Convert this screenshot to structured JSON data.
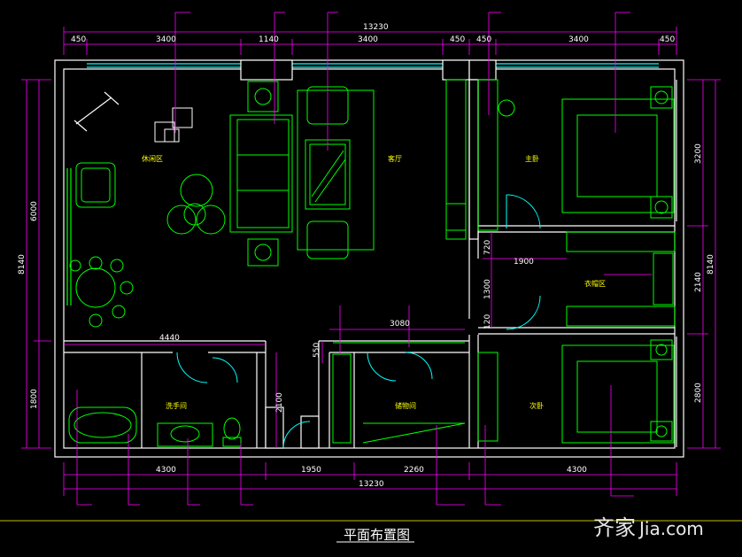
{
  "drawing": {
    "title": "平面布置图",
    "watermark_cn": "齐家",
    "watermark_en": "Jia.com"
  },
  "rooms": {
    "leisure": "休闲区",
    "living": "客厅",
    "master": "主卧",
    "cloak": "衣帽区",
    "bath": "洗手间",
    "storage": "储物间",
    "second": "次卧"
  },
  "dims_top": {
    "overall": "13230",
    "d1": "450",
    "d2": "3400",
    "d3": "1140",
    "d4": "3400",
    "d5": "450",
    "d6": "450",
    "d7": "3400",
    "d8": "450"
  },
  "dims_bottom": {
    "overall": "13230",
    "d1": "4300",
    "d2": "1950",
    "d3": "2260",
    "d4": "4300"
  },
  "dims_left": {
    "overall": "8140",
    "upper": "6000",
    "lower": "1800"
  },
  "dims_right": {
    "overall": "8140",
    "upper": "3200",
    "middle": "2140",
    "lower": "2800"
  },
  "dims_inner": {
    "bath_width": "4440",
    "bath_height": "2100",
    "hall_a": "720",
    "hall_b": "1300",
    "hall_c": "1900",
    "hall_d": "120",
    "storage_w": "3080",
    "storage_h": "550"
  },
  "colors": {
    "wall": "#ffffff",
    "furniture": "#00ff00",
    "dimension": "#ff00ff",
    "label": "#ffff00",
    "door": "#00ffff",
    "background": "#000000"
  }
}
